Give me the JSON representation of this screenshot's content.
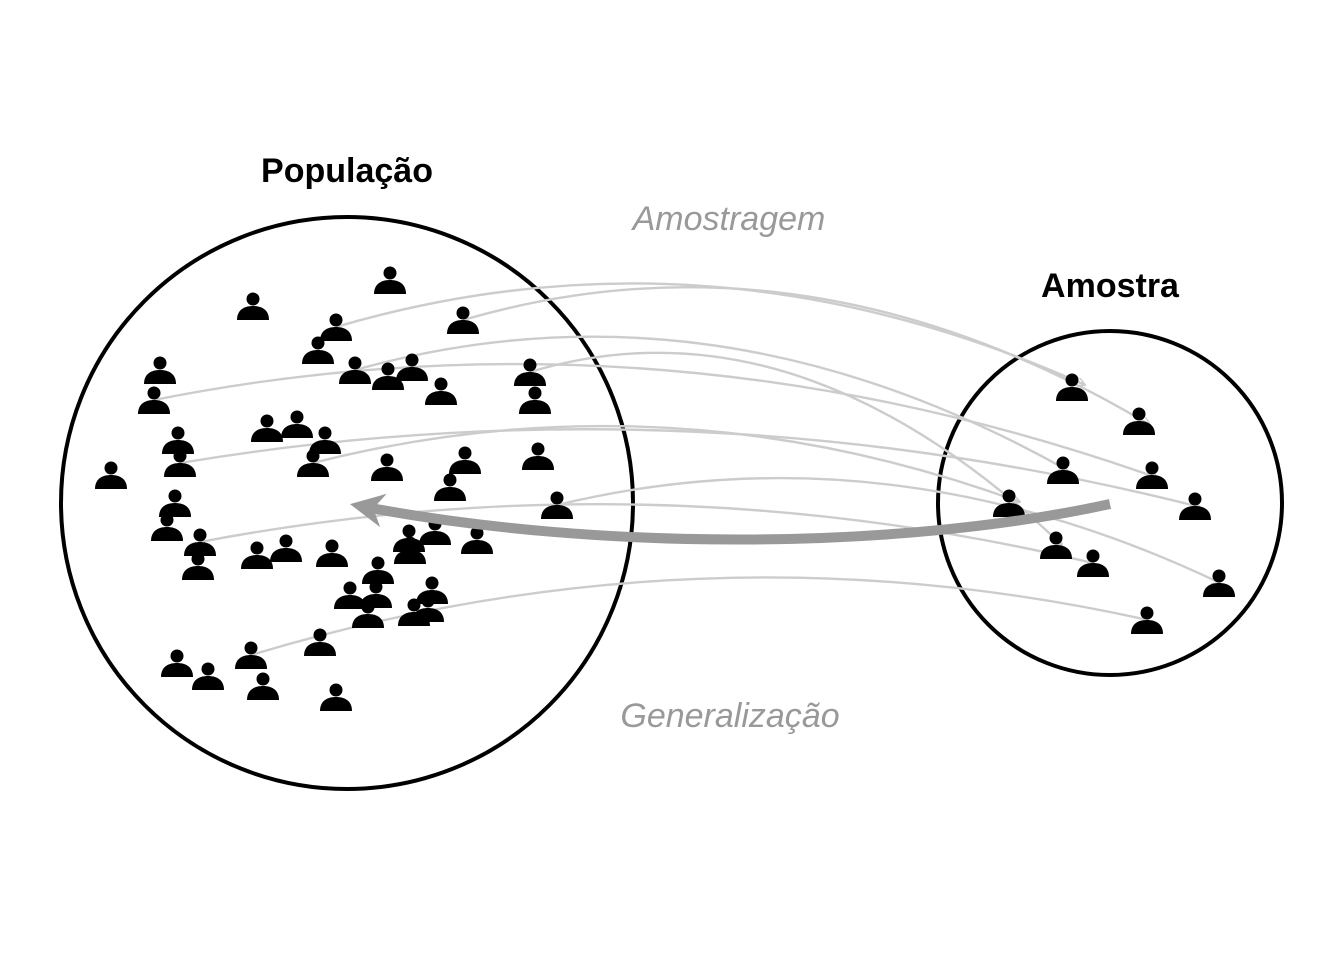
{
  "labels": {
    "population": "População",
    "sample": "Amostra",
    "sampling": "Amostragem",
    "generalization": "Generalização"
  },
  "colors": {
    "circle_stroke": "#000000",
    "sampling_arrows": "#cccccc",
    "generalization_arrow": "#999999",
    "person_icon": "#000000",
    "italic_label": "#999999"
  },
  "icons": {
    "person": "person-icon"
  }
}
